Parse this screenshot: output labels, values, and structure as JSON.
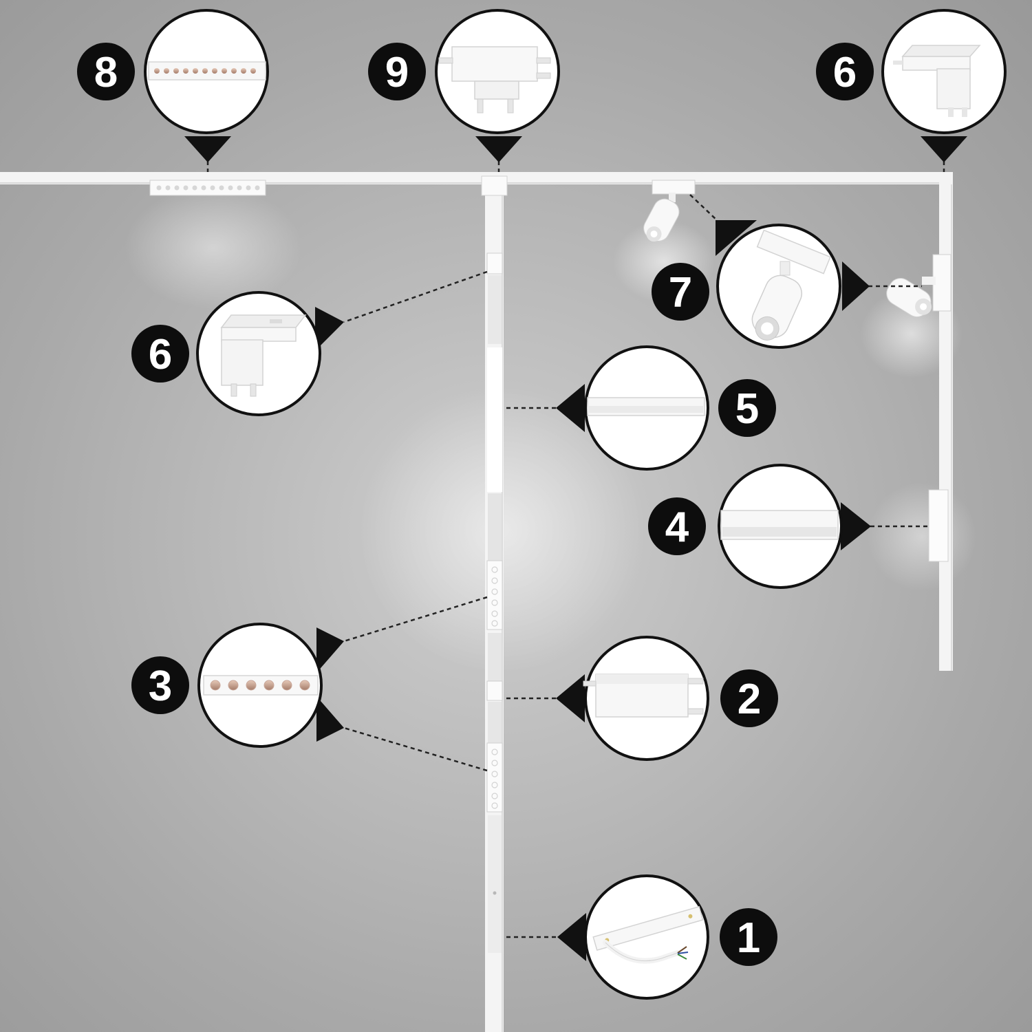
{
  "callouts": [
    {
      "number": "8",
      "part": "linear-light-12-head-icon"
    },
    {
      "number": "9",
      "part": "t-connector-icon"
    },
    {
      "number": "6",
      "part": "corner-connector-icon"
    },
    {
      "number": "6",
      "part": "corner-connector-icon"
    },
    {
      "number": "7",
      "part": "spotlight-icon"
    },
    {
      "number": "5",
      "part": "linear-diffuser-light-icon"
    },
    {
      "number": "4",
      "part": "wall-washer-light-icon"
    },
    {
      "number": "3",
      "part": "linear-light-6-head-icon"
    },
    {
      "number": "2",
      "part": "straight-connector-icon"
    },
    {
      "number": "1",
      "part": "power-feed-icon"
    }
  ],
  "colors": {
    "badge": "#0d0d0d",
    "badge_text": "#ffffff",
    "circle_fill": "#ffffff",
    "circle_stroke": "#111111",
    "track": "#f4f4f4",
    "background": "#b5b5b5"
  }
}
